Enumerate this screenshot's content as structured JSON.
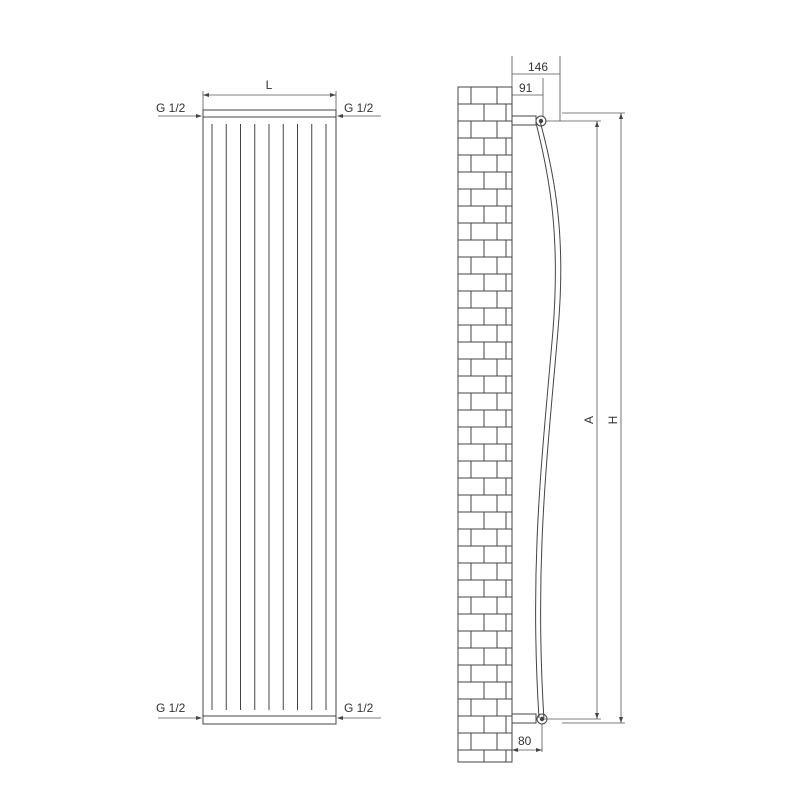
{
  "labels": {
    "width": "L",
    "connection_top_left": "G 1/2",
    "connection_top_right": "G 1/2",
    "connection_bottom_left": "G 1/2",
    "connection_bottom_right": "G 1/2",
    "depth_total": "146",
    "depth_panel": "91",
    "wall_offset": "80",
    "center_distance": "A",
    "height": "H"
  },
  "front_view": {
    "vertical_grooves": 9
  },
  "colors": {
    "line": "#444444",
    "text": "#333333",
    "background": "#ffffff"
  }
}
